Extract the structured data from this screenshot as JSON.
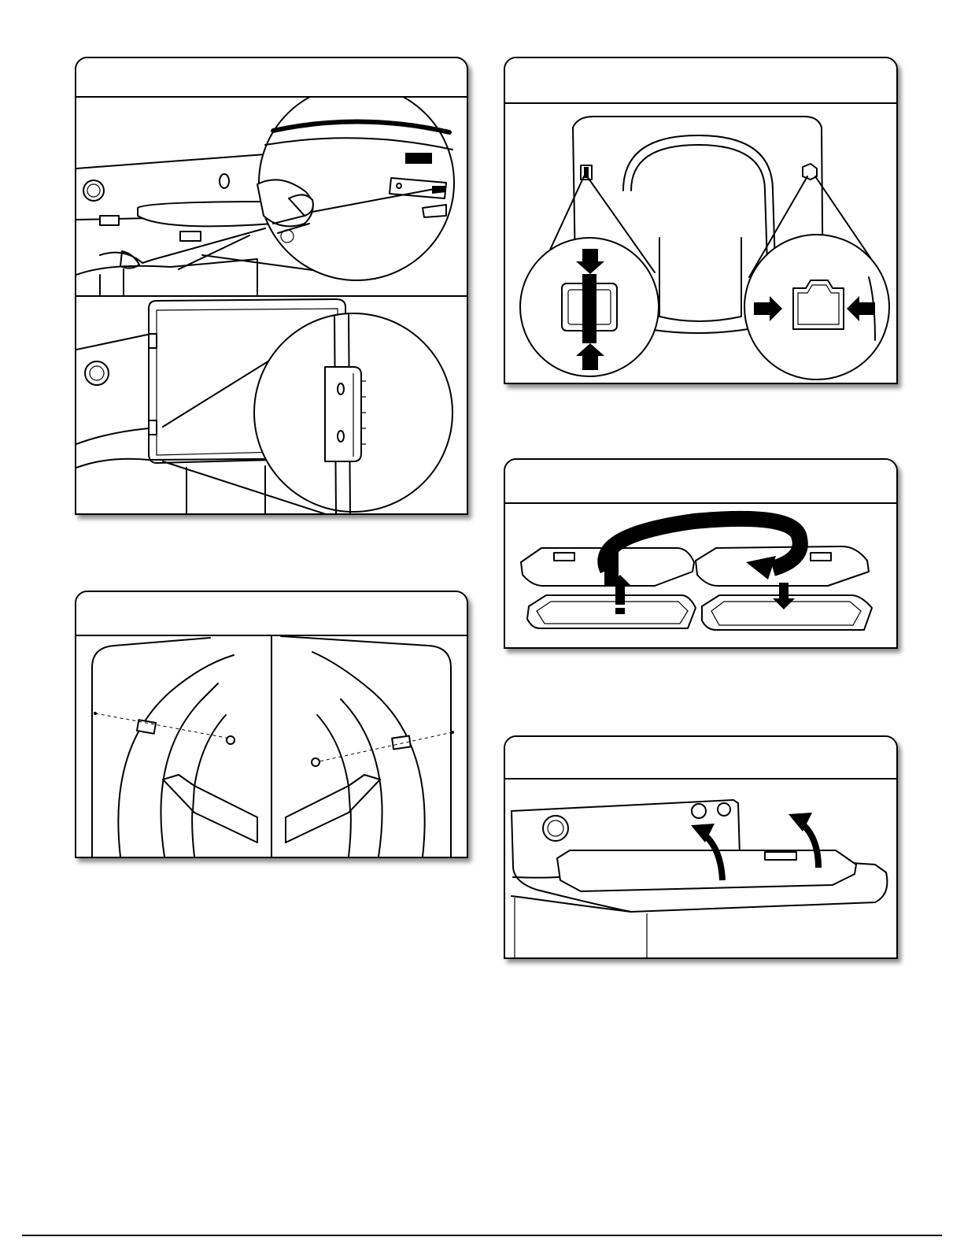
{
  "document": {
    "panels": [
      {
        "id": "remove-door",
        "caption": ""
      },
      {
        "id": "door-holes",
        "caption": ""
      },
      {
        "id": "flip-door",
        "caption": ""
      },
      {
        "id": "hinge-reattach",
        "caption": ""
      },
      {
        "id": "reinstall-door",
        "caption": ""
      }
    ]
  },
  "icons": {
    "arrow": "arrow-icon",
    "rotate": "rotate-arrow-icon",
    "screwdriver": "screwdriver-icon",
    "hinge": "hinge-icon",
    "screw": "screw-icon"
  },
  "colors": {
    "ink": "#000000",
    "paper": "#ffffff",
    "shadow": "#7a7a7a"
  }
}
